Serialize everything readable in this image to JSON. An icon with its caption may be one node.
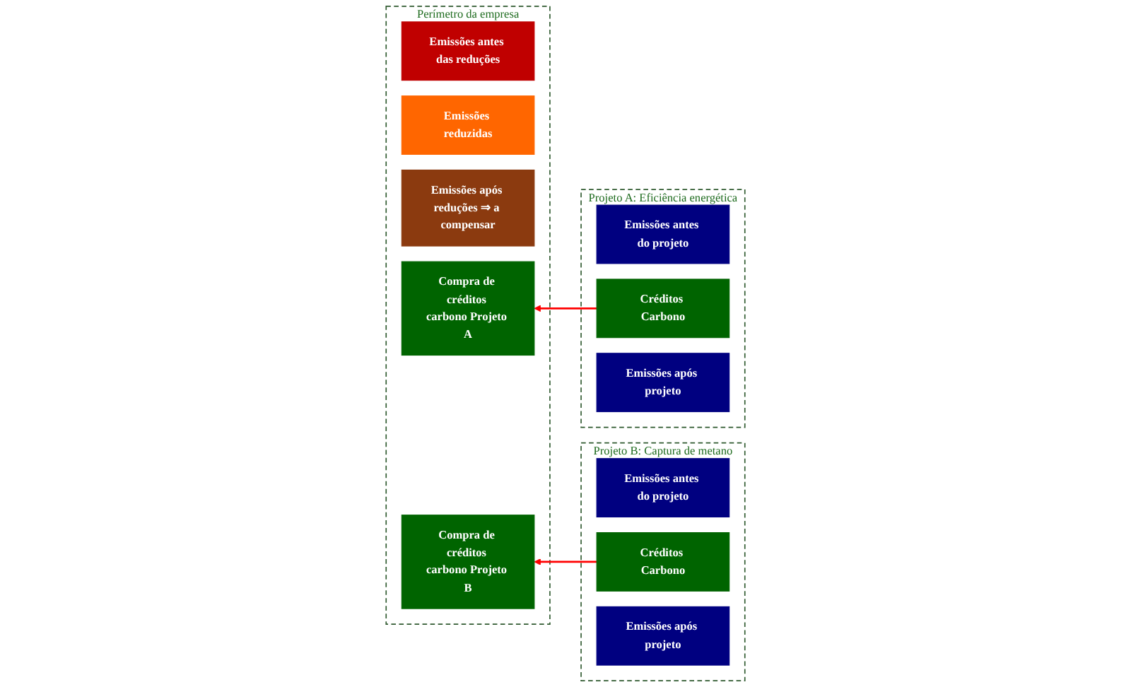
{
  "diagram": {
    "nodes": [
      {
        "text": [
          "Perímetro da empresa"
        ]
      },
      {
        "text": [
          "Emissões antes das reduções"
        ],
        "in": 0
      },
      {
        "text": [
          "Emissões reduzidas"
        ],
        "in": 0
      },
      {
        "text": [
          "Emissões após reduções ⇒ a compensar"
        ],
        "in": 0
      },
      {
        "text": [
          "Compra de créditos carbono Projeto A"
        ],
        "in": 0
      },
      {
        "text": [
          "Compra de créditos carbono Projeto B"
        ],
        "in": 0
      },
      {
        "text": [
          "Projeto A: Eficiência energética"
        ]
      },
      {
        "text": [
          "Emissões antes do projeto"
        ],
        "in": 6
      },
      {
        "text": [
          "Créditos Carbono"
        ],
        "in": 6
      },
      {
        "text": [
          "Emissões após projeto"
        ],
        "in": 6
      },
      {
        "text": [
          "Projeto B: Captura de metano"
        ]
      },
      {
        "text": [
          "Emissões antes do projeto"
        ],
        "in": 10
      },
      {
        "text": [
          "Créditos Carbono"
        ],
        "in": 10
      },
      {
        "text": [
          "Emissões após projeto"
        ],
        "in": 10
      }
    ],
    "edges": [
      {
        "from": 8,
        "to": 4,
        "arrow": "to"
      },
      {
        "from": 12,
        "to": 5,
        "arrow": "to"
      }
    ]
  }
}
